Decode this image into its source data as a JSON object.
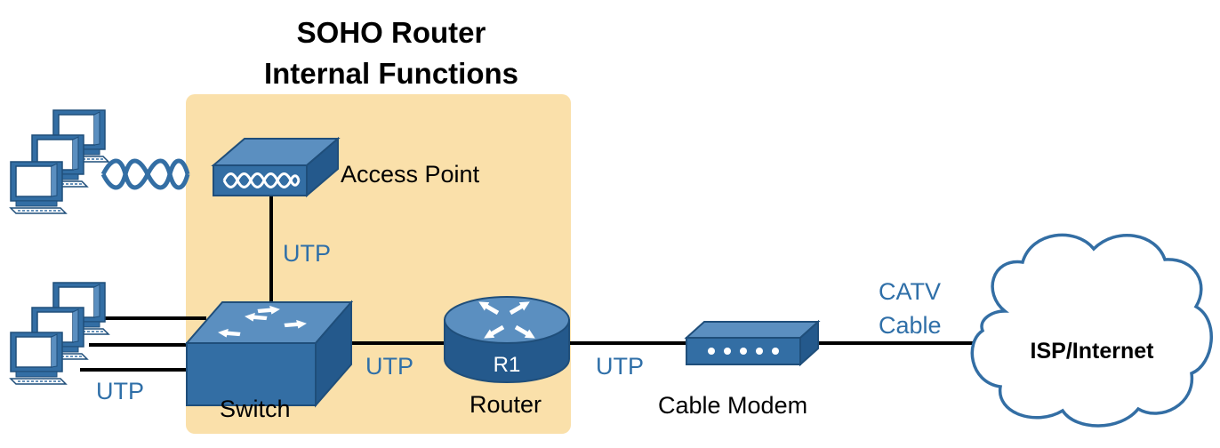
{
  "title": {
    "line1": "SOHO Router",
    "line2": "Internal Functions"
  },
  "devices": {
    "access_point": "Access Point",
    "switch": "Switch",
    "router": "Router",
    "router_id": "R1",
    "cable_modem": "Cable Modem",
    "cloud": "ISP/Internet"
  },
  "links": {
    "ap_switch": "UTP",
    "switch_router": "UTP",
    "router_modem": "UTP",
    "pcs_switch": "UTP",
    "modem_cloud_line1": "CATV",
    "modem_cloud_line2": "Cable"
  },
  "colors": {
    "soho_box": "#fae0aa",
    "device_fill": "#336ea4",
    "device_stroke": "#1f4e7a",
    "cable_label": "#2f6fa8",
    "cloud_stroke": "#336ea4"
  },
  "icons": {
    "pc_group": "pc-stack-icon",
    "wireless": "wireless-signal-icon",
    "access_point": "access-point-icon",
    "switch": "switch-icon",
    "router": "router-icon",
    "cable_modem": "cable-modem-icon",
    "cloud": "cloud-icon"
  }
}
